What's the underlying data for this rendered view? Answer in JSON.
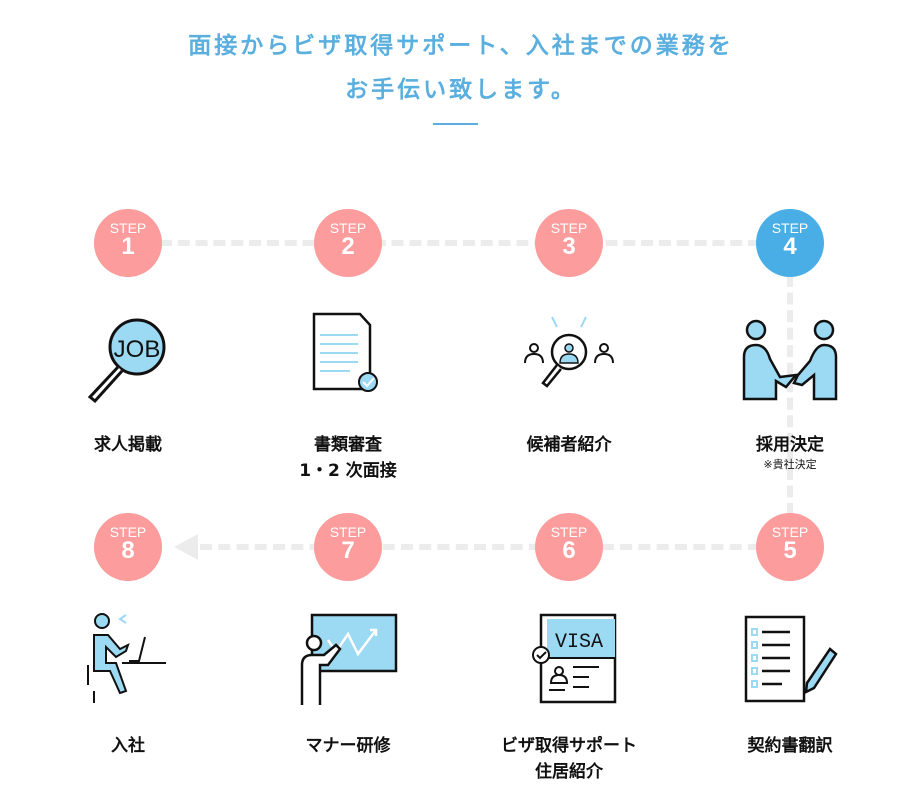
{
  "heading": {
    "line1": "面接からビザ取得サポート、入社までの業務を",
    "line2": "お手伝い致します。"
  },
  "colors": {
    "accent": "#5aafdf",
    "step_pink": "#fc9c9c",
    "step_blue": "#4aaee6",
    "icon_fill": "#9cd9f3"
  },
  "steps": [
    {
      "prefix": "STEP",
      "number": "1",
      "label": "求人掲載",
      "icon": "job-search-icon"
    },
    {
      "prefix": "STEP",
      "number": "2",
      "label": "書類審査",
      "label2": "1・2 次面接",
      "icon": "document-check-icon"
    },
    {
      "prefix": "STEP",
      "number": "3",
      "label": "候補者紹介",
      "icon": "candidate-search-icon"
    },
    {
      "prefix": "STEP",
      "number": "4",
      "label": "採用決定",
      "note": "※貴社決定",
      "icon": "handshake-icon"
    },
    {
      "prefix": "STEP",
      "number": "5",
      "label": "契約書翻訳",
      "icon": "contract-pen-icon"
    },
    {
      "prefix": "STEP",
      "number": "6",
      "label": "ビザ取得サポート",
      "label2": "住居紹介",
      "icon": "visa-card-icon"
    },
    {
      "prefix": "STEP",
      "number": "7",
      "label": "マナー研修",
      "icon": "training-board-icon"
    },
    {
      "prefix": "STEP",
      "number": "8",
      "label": "入社",
      "icon": "office-worker-icon"
    }
  ]
}
